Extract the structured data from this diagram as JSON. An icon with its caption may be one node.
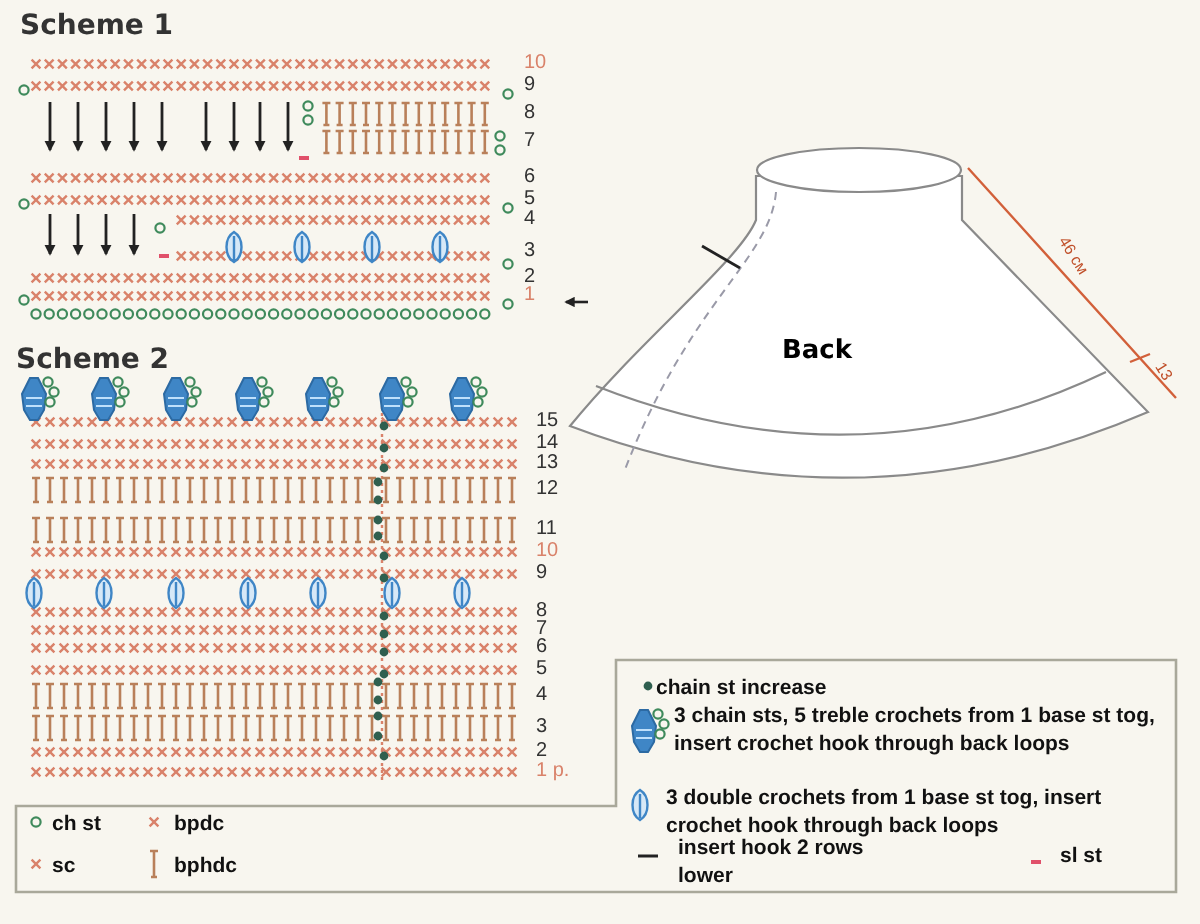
{
  "diagram": {
    "nodes": [
      {
        "text": [
          "Back"
        ]
      }
    ],
    "labels": [
      "Scheme 1",
      "10",
      "9",
      "8",
      "7",
      "6",
      "5",
      "4",
      "3",
      "2",
      "1",
      "46 см",
      "13",
      "Scheme 2",
      "15",
      "14",
      "13",
      "12",
      "11",
      "10",
      "9",
      "8",
      "7",
      "6",
      "5",
      "4",
      "3",
      "2",
      "1 р."
    ],
    "legend": [
      {
        "text": "chain st increase"
      },
      {
        "text": "3 chain sts, 5 treble crochets from 1 base st tog, insert crochet hook through back loops"
      },
      {
        "text": "3 double crochets from 1 base st tog, insert crochet hook through back loops"
      },
      {
        "text": "insert hook 2 rows lower"
      },
      {
        "text": "sl st"
      },
      {
        "text": "ch st"
      },
      {
        "text": "sc"
      },
      {
        "text": "bpdc"
      },
      {
        "text": "bphdc"
      }
    ]
  }
}
